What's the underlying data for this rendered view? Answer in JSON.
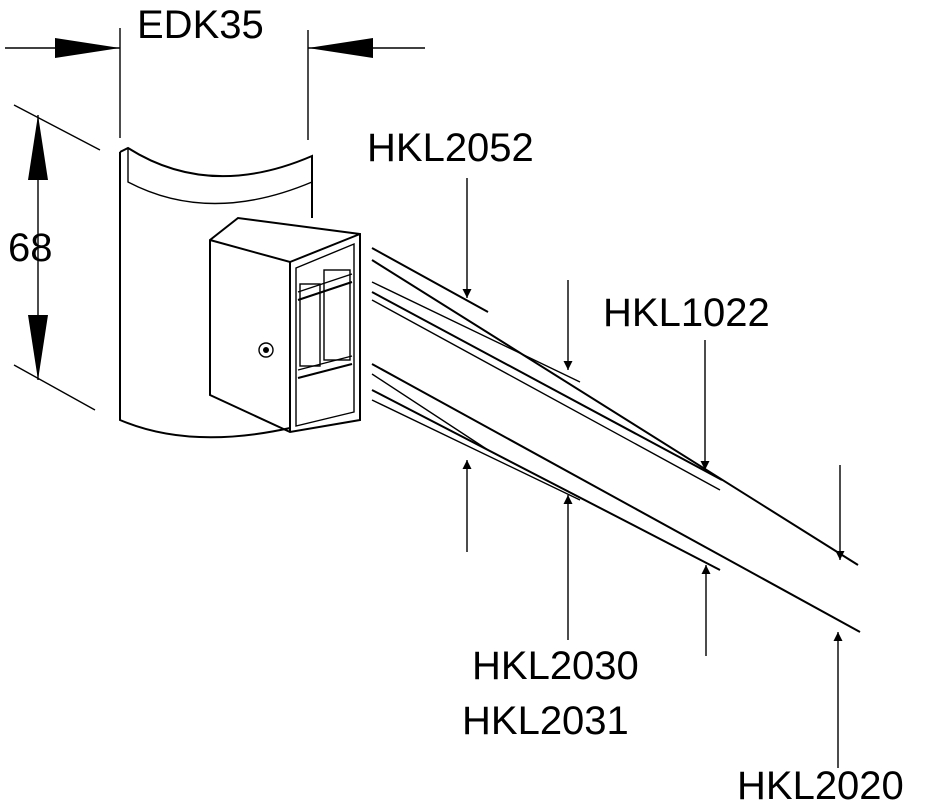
{
  "diagram": {
    "labels": {
      "width_part": "EDK35",
      "height_dim": "68",
      "top_part_1": "HKL2052",
      "top_part_2": "HKL1022",
      "bottom_part_1": "HKL2030",
      "bottom_part_2": "HKL2031",
      "bottom_part_3": "HKL2020"
    }
  }
}
